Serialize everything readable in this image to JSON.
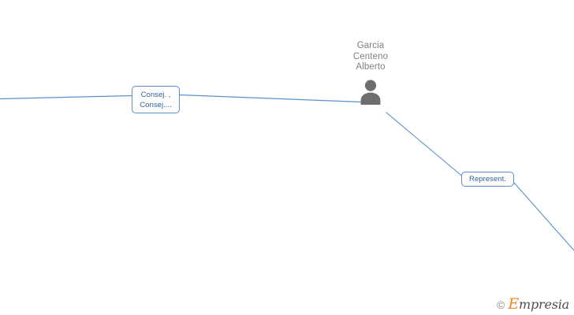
{
  "diagram": {
    "type": "relationship-network-graph",
    "background_color": "#ffffff",
    "edge_color": "#5b8fd0"
  },
  "person": {
    "name": "Garcia Centeno Alberto",
    "name_lines": "Garcia\nCenteno\nAlberto",
    "icon": "person-silhouette-icon",
    "name_color": "#808080",
    "avatar_color": "#6e6e6e"
  },
  "relation_labels": [
    {
      "id": "consej",
      "line1": "Consej. ,",
      "line2": "Consej....",
      "border_color": "#5b8fd0",
      "text_color": "#35659f"
    },
    {
      "id": "represent",
      "text": "Represent.",
      "border_color": "#5b8fd0",
      "text_color": "#35659f"
    }
  ],
  "watermark": {
    "copyright": "©",
    "initial": "E",
    "rest": "mpresia",
    "brand": "Empresia",
    "initial_color": "#ef8a22",
    "text_color": "#4d4d4d"
  }
}
